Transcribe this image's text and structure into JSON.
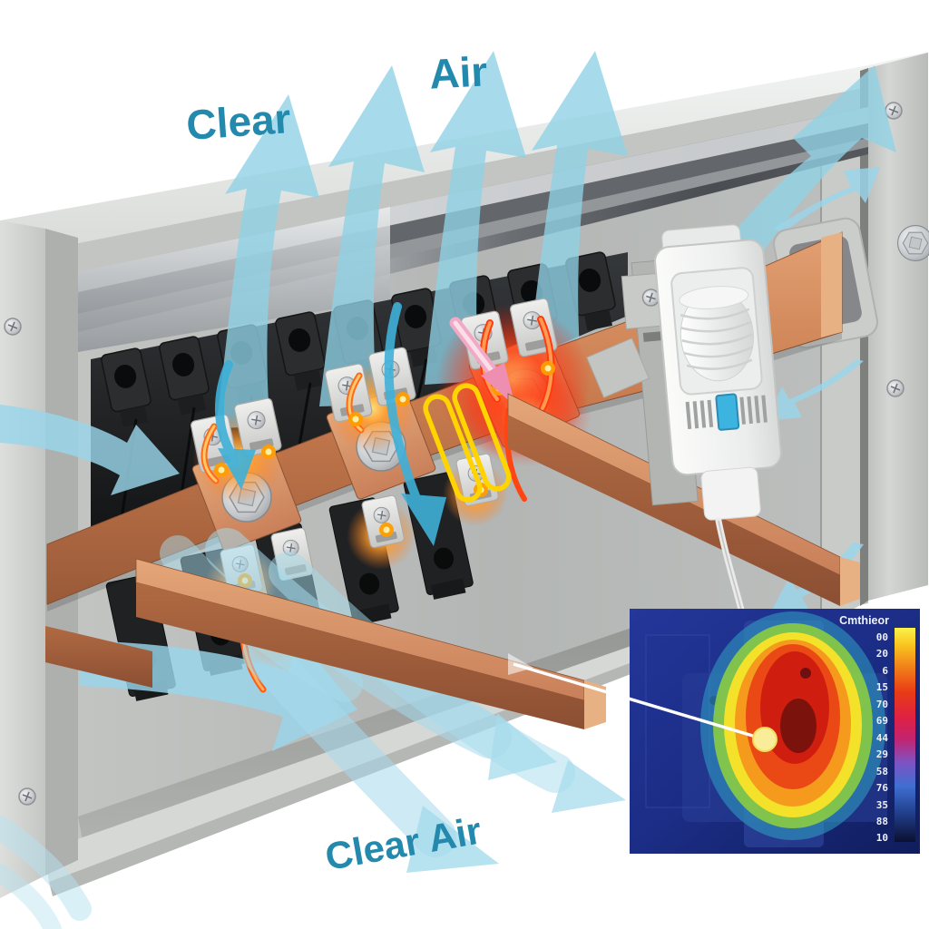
{
  "labels": {
    "clear": "Clear",
    "air": "Air",
    "clear_air": "Clear Air"
  },
  "thermal_inset": {
    "title": "Cmthieor",
    "scale_ticks": [
      "00",
      "20",
      "6",
      "15",
      "70",
      "69",
      "44",
      "29",
      "58",
      "76",
      "35",
      "88",
      "10"
    ],
    "scale_gradient": [
      "#fcf249",
      "#f9c51f",
      "#f2821a",
      "#e93b16",
      "#de2144",
      "#c22470",
      "#7d53c4",
      "#3f6fd1",
      "#22418f",
      "#0a1030"
    ]
  },
  "colors": {
    "label_teal": "#2389ad",
    "airflow_blue": "#8fd2e6",
    "airflow_deep": "#3fb0d8",
    "copper": "#c87b4e",
    "copper_light": "#e0a577",
    "glow_orange": "#ff8c1e",
    "glow_red": "#ff2a12",
    "wire_yellow": "#ffd400",
    "hot_arrow_pink": "#ee8fb2",
    "panel_gray": "#c6c8c6",
    "breaker_black": "#222426",
    "thermal_bg": "#1b2d85",
    "callout_white": "#ffffff"
  }
}
